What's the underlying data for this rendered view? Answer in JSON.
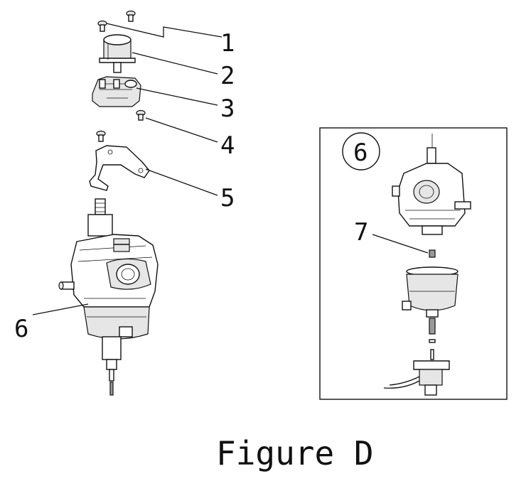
{
  "callouts": {
    "c1": "1",
    "c2": "2",
    "c3": "3",
    "c4": "4",
    "c5": "5",
    "c6_main": "6",
    "c6_inset": "6",
    "c7": "7"
  },
  "caption": "Figure D",
  "colors": {
    "line": "#111111",
    "shade": "#e6e6e6",
    "dark": "#9a9a9a"
  }
}
